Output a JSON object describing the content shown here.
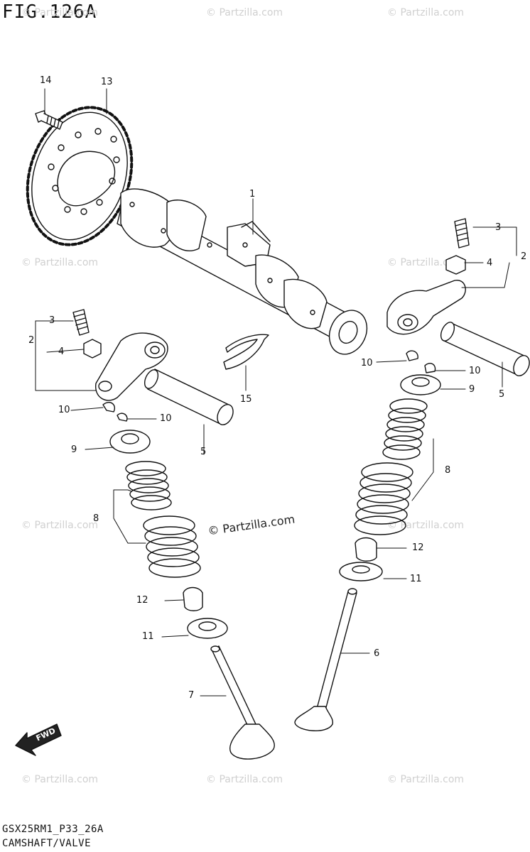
{
  "figure_title": "FIG.126A",
  "footer": {
    "code": "GSX25RM1_P33_26A",
    "name": "CAMSHAFT/VALVE"
  },
  "watermark": {
    "text": "© Partzilla.com",
    "center_text": "© Partzilla.com"
  },
  "fwd_label": "FWD",
  "callouts": {
    "c14": "14",
    "c13": "13",
    "c1": "1",
    "c3a": "3",
    "c4a": "4",
    "c2a": "2",
    "c3b": "3",
    "c4b": "4",
    "c2b": "2",
    "c10a": "10",
    "c10b": "10",
    "c10c": "10",
    "c10d": "10",
    "c15": "15",
    "c5a": "5",
    "c5b": "5",
    "c9a": "9",
    "c9b": "9",
    "c8a": "8",
    "c8b": "8",
    "c12a": "12",
    "c12b": "12",
    "c11a": "11",
    "c11b": "11",
    "c6": "6",
    "c7": "7"
  }
}
